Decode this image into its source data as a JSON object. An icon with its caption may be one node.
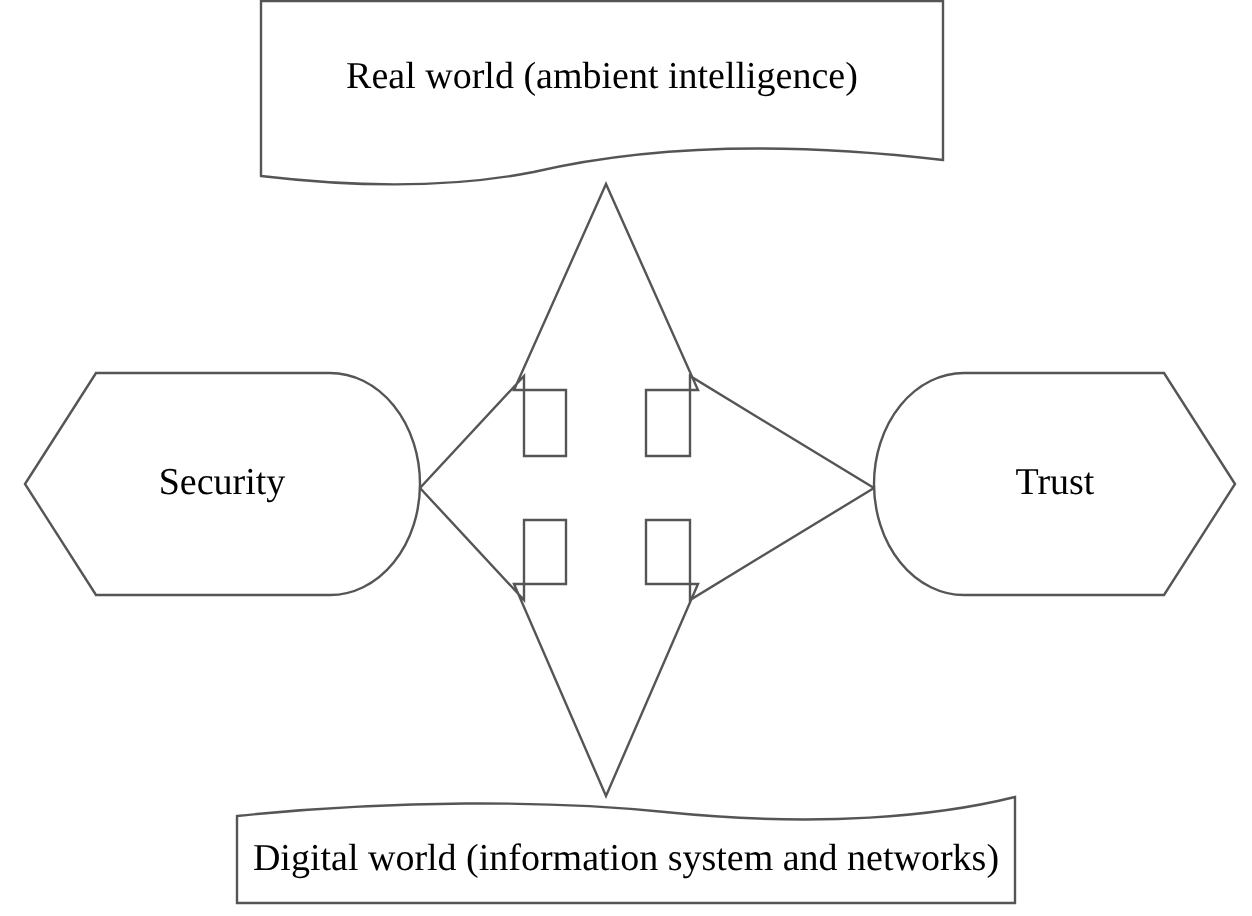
{
  "diagram": {
    "nodes": [
      {
        "text": [
          "Real world (ambient intelligence)"
        ]
      },
      {
        "text": [
          "Security"
        ]
      },
      {
        "text": [
          "Trust"
        ]
      },
      {
        "text": [
          "Digital world (information system and networks)"
        ]
      }
    ],
    "edges": [
      {
        "from": 0,
        "to": 3,
        "arrow": "both"
      },
      {
        "from": 1,
        "to": 2,
        "arrow": "both"
      }
    ]
  }
}
